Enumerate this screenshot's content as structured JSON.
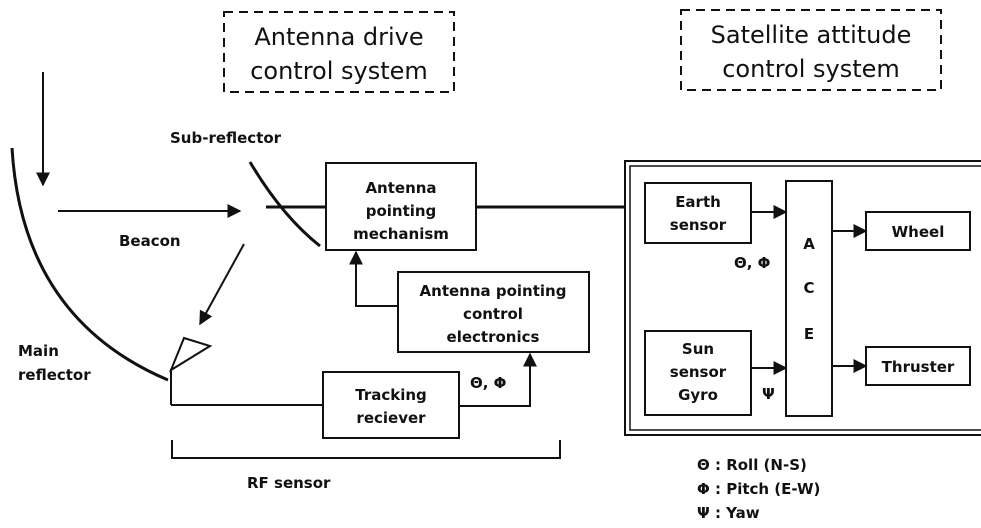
{
  "groups": {
    "antenna_drive": [
      "Antenna drive",
      "control system"
    ],
    "satellite_attitude": [
      "Satellite attitude",
      "control system"
    ]
  },
  "labels": {
    "sub_reflector": "Sub-reflector",
    "beacon": "Beacon",
    "main_reflector": [
      "Main",
      "reflector"
    ],
    "rf_sensor": "RF sensor",
    "theta_phi": "Θ, Φ",
    "psi": "Ψ"
  },
  "blocks": {
    "apm": [
      "Antenna",
      "pointing",
      "mechanism"
    ],
    "apce": [
      "Antenna pointing",
      "control",
      "electronics"
    ],
    "tracking": [
      "Tracking",
      "reciever"
    ],
    "earth": [
      "Earth",
      "sensor"
    ],
    "sun": [
      "Sun",
      "sensor",
      "Gyro"
    ],
    "ace": [
      "A",
      "C",
      "E"
    ],
    "wheel": "Wheel",
    "thruster": "Thruster"
  },
  "legend": [
    "Θ : Roll (N-S)",
    "Φ : Pitch (E-W)",
    "Ψ : Yaw"
  ]
}
